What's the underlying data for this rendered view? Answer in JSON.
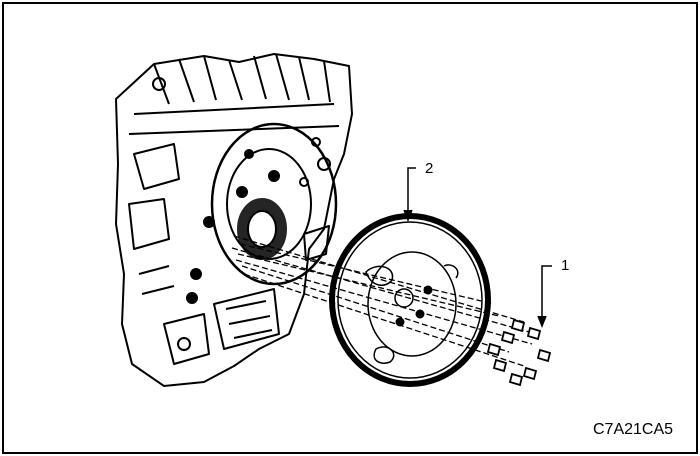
{
  "diagram": {
    "callouts": [
      {
        "id": "1",
        "label": "1",
        "refers_to": "flywheel-bolts"
      },
      {
        "id": "2",
        "label": "2",
        "refers_to": "flywheel"
      }
    ],
    "figure_code": "C7A21CA5",
    "colors": {
      "line": "#000000",
      "background": "#ffffff"
    }
  }
}
